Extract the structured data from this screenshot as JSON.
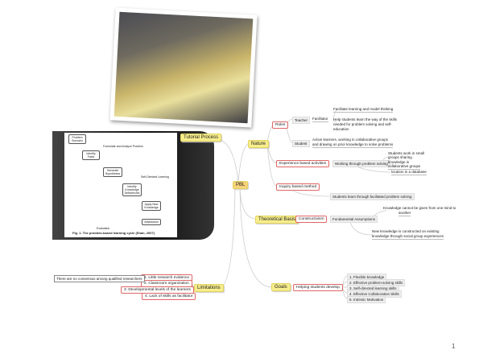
{
  "center": "PBL",
  "tutorial": {
    "label": "Tutorial Process",
    "figure": {
      "caption": "Fig. 1. The problem-based learning cycle (Shan, 2007)",
      "steps": [
        "Problem Scenario",
        "Identify Facts",
        "Generate Hypotheses",
        "Identify Knowledge Deficiencies",
        "Apply New Knowledge",
        "Abstraction"
      ],
      "notes": [
        "Formulate and Analyze Problem",
        "Self-Directed Learning",
        "Evaluation"
      ]
    }
  },
  "nature": {
    "label": "Nature",
    "roles": {
      "label": "Roles",
      "teacher": "Teacher",
      "facilitator": "Facilitator",
      "teacher_notes": [
        "Facilitate learning and model thinking",
        "Help students learn the way of the skills needed for problem solving and self-education"
      ],
      "student": "Student",
      "student_note": [
        "Active learners, working in collaborative groups",
        "and drawing on prior knowledge to solve problems"
      ]
    },
    "experience": {
      "label": "Experience based activities",
      "box": "Working through problem solving",
      "notes": [
        "Students work in small",
        "groups sharing",
        "knowledge in",
        "collaborative groups"
      ],
      "note2": "location in a database"
    },
    "inquiry": {
      "label": "Inquiry based method",
      "note": "Students learn through facilitated problem solving"
    }
  },
  "theory": {
    "label": "Theoretical Basis",
    "constructivism": "Constructivism",
    "assumptions": "Fundamental Assumptions",
    "notes1": [
      "Knowledge cannot be given from one mind to",
      "another"
    ],
    "notes2": [
      "New knowledge is constructed on existing",
      "knowledge through social group experiences"
    ]
  },
  "goals": {
    "label": "Goals",
    "develop": "Helping students develop",
    "items": [
      "1. Flexible knowledge",
      "2. Effective problem-solving skills",
      "3. Self-directed learning skills",
      "4. Effective Collaboration Skills",
      "5. Intrinsic Motivation"
    ]
  },
  "limitations": {
    "label": "Limitations",
    "items": [
      "1. Little research evidence",
      "2. Classroom organization",
      "3. Developmental levels of the learners",
      "4. Lack of skills as facilitator"
    ],
    "note": "There are no consensus among qualified researchers"
  },
  "page_number": "1"
}
